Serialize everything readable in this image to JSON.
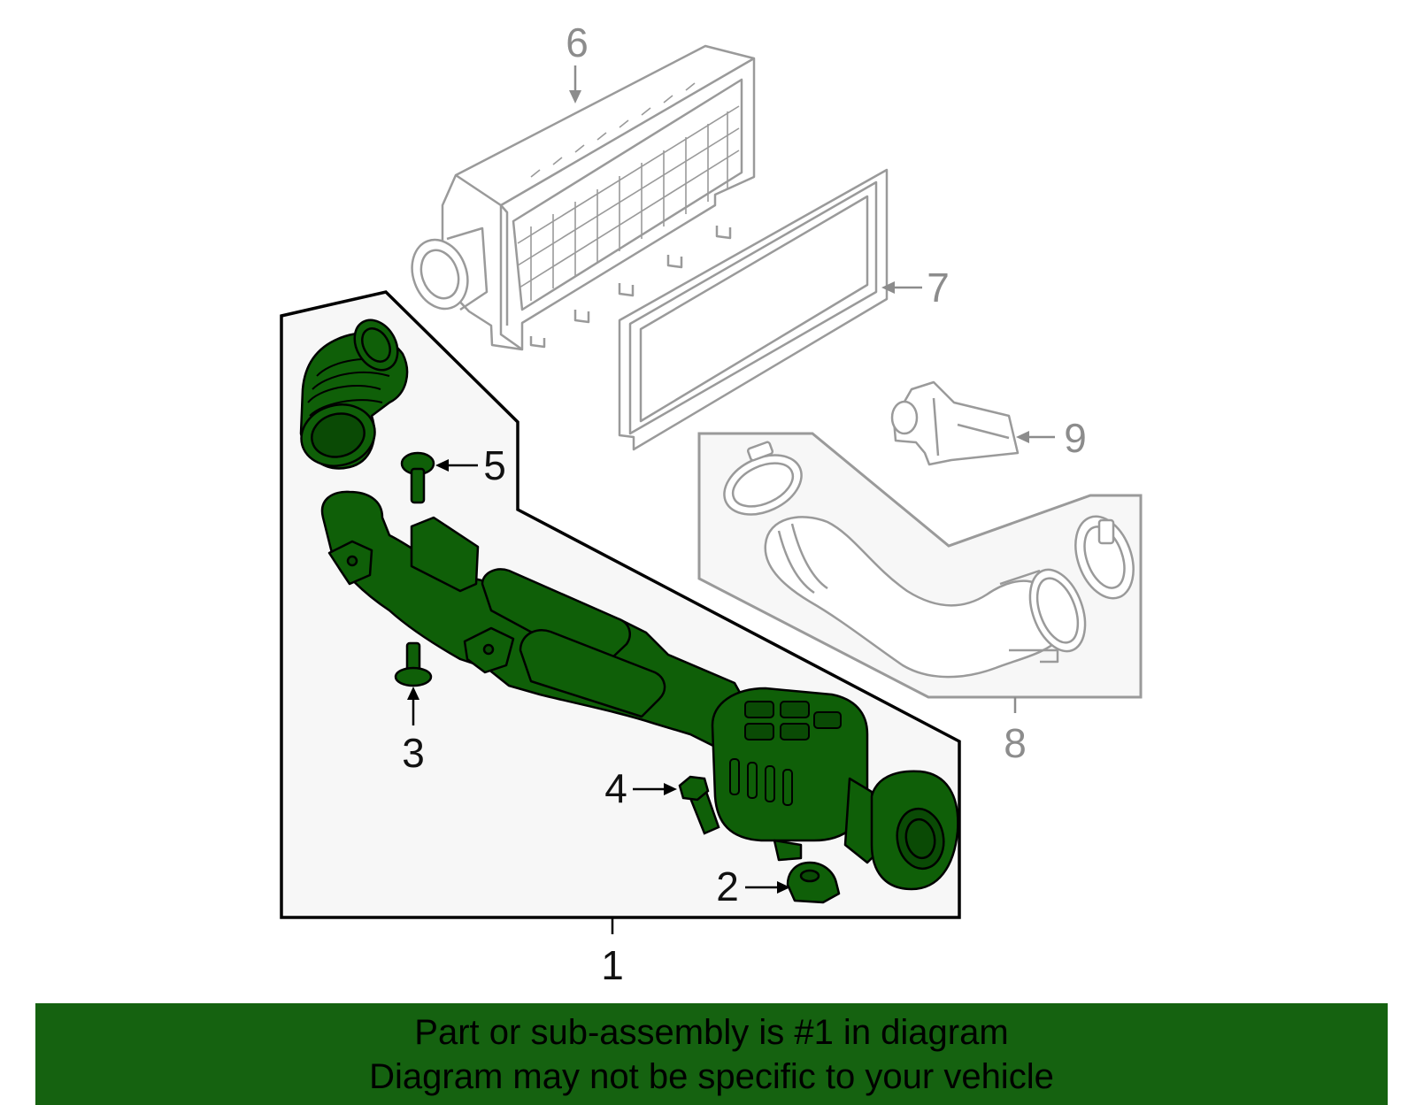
{
  "callouts": {
    "c1": "1",
    "c2": "2",
    "c3": "3",
    "c4": "4",
    "c5": "5",
    "c6": "6",
    "c7": "7",
    "c8": "8",
    "c9": "9"
  },
  "banner": {
    "line1": "Part or sub-assembly is #1 in diagram",
    "line2": "Diagram may not be specific to your vehicle"
  },
  "colors": {
    "highlight_part": "#0f5f08",
    "banner_background": "#156210",
    "unselected_part_outline": "#9a9a9a",
    "group_box_fill": "#f7f7f7"
  }
}
